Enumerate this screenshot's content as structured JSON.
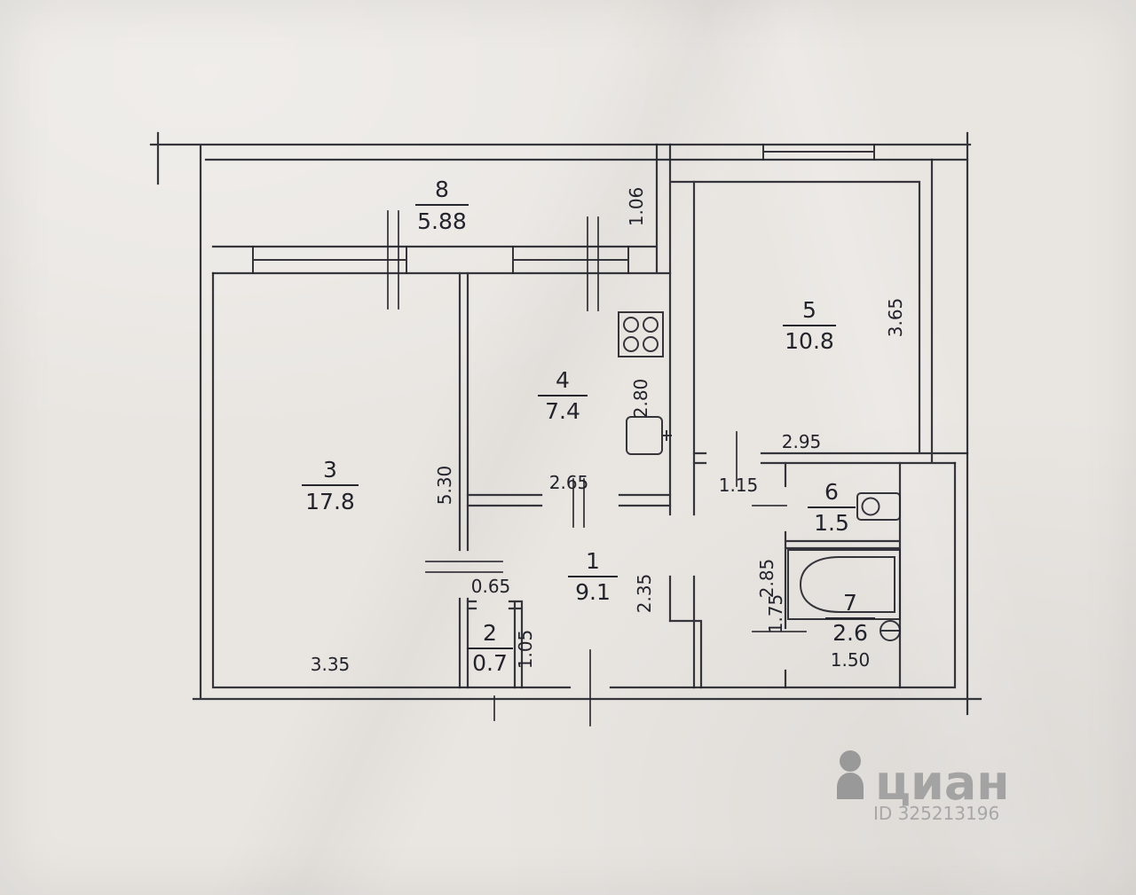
{
  "canvas": {
    "paper_color": "#e9e6e2",
    "ink_color": "#26262e",
    "watermark_color": "#8d8d8f"
  },
  "rooms": [
    {
      "number": "8",
      "area": "5.88"
    },
    {
      "number": "5",
      "area": "10.8"
    },
    {
      "number": "4",
      "area": "7.4"
    },
    {
      "number": "3",
      "area": "17.8"
    },
    {
      "number": "1",
      "area": "9.1"
    },
    {
      "number": "2",
      "area": "0.7"
    },
    {
      "number": "6",
      "area": "1.5"
    },
    {
      "number": "7",
      "area": "2.6"
    }
  ],
  "dimensions": {
    "balcony_depth": "1.06",
    "room5_height": "3.65",
    "kitchen_height": "2.80",
    "room5_width": "2.95",
    "room3_height": "5.30",
    "kitchen_width": "2.65",
    "corridor_width": "1.15",
    "hall_height": "2.35",
    "corridor_height": "2.85",
    "closet_width": "0.65",
    "closet_height": "1.05",
    "room3_width": "3.35",
    "bathroom_height": "1.75",
    "bathroom_width": "1.50"
  },
  "watermark": {
    "brand": "циан",
    "listing_id": "ID 325213196"
  }
}
